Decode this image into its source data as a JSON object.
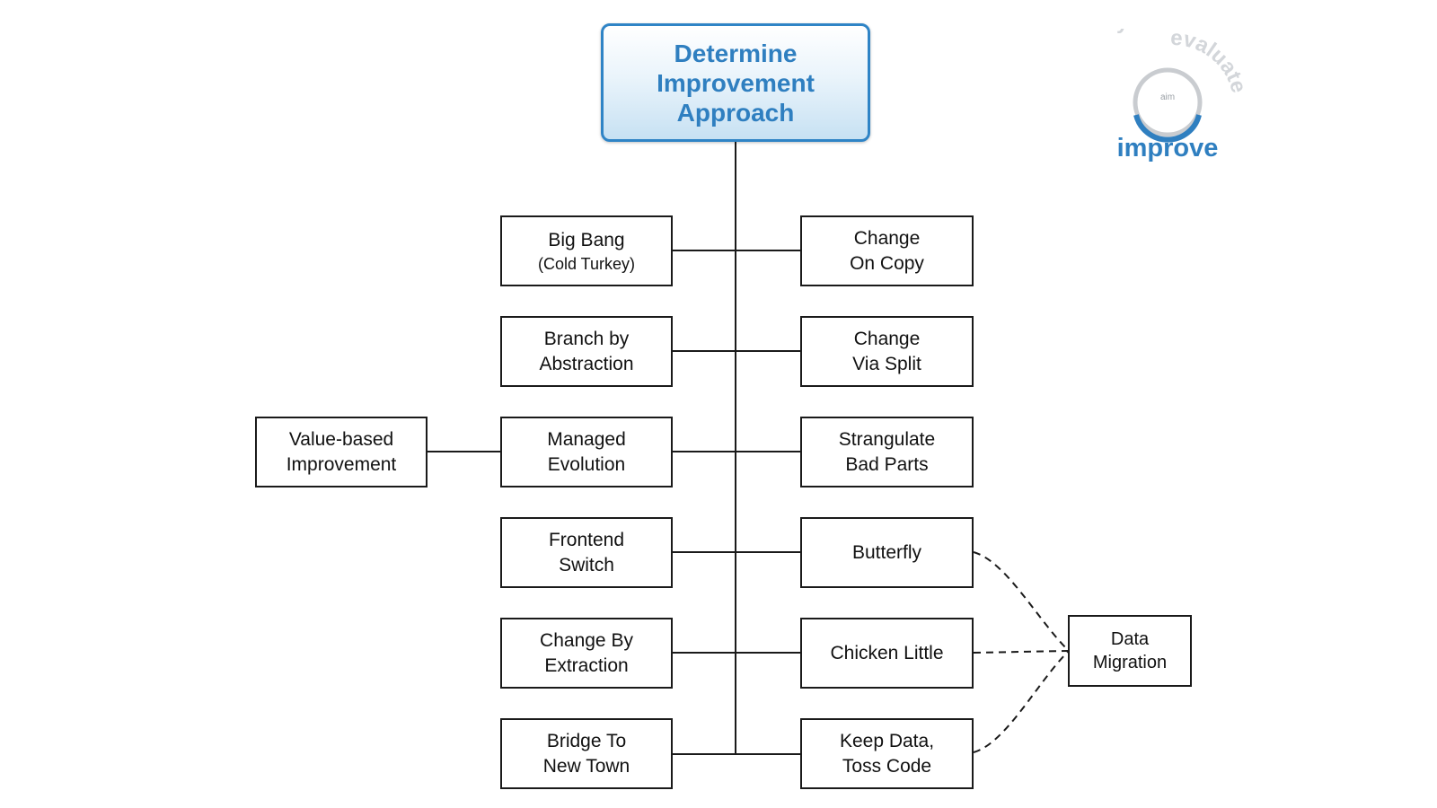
{
  "diagram": {
    "root": {
      "line1": "Determine",
      "line2": "Improvement",
      "line3": "Approach"
    },
    "left": [
      {
        "line1": "Big Bang",
        "line2": "(Cold Turkey)"
      },
      {
        "line1": "Branch by",
        "line2": "Abstraction"
      },
      {
        "line1": "Managed",
        "line2": "Evolution"
      },
      {
        "line1": "Frontend",
        "line2": "Switch"
      },
      {
        "line1": "Change By",
        "line2": "Extraction"
      },
      {
        "line1": "Bridge To",
        "line2": "New Town"
      }
    ],
    "right": [
      {
        "line1": "Change",
        "line2": "On Copy"
      },
      {
        "line1": "Change",
        "line2": "Via Split"
      },
      {
        "line1": "Strangulate",
        "line2": "Bad Parts"
      },
      {
        "line1": "Butterfly"
      },
      {
        "line1": "Chicken Little"
      },
      {
        "line1": "Keep Data,",
        "line2": "Toss Code"
      }
    ],
    "value_based": {
      "line1": "Value-based",
      "line2": "Improvement"
    },
    "data_migration": {
      "line1": "Data",
      "line2": "Migration"
    }
  },
  "logo": {
    "word_top_left": "analyze",
    "word_top_right": "evaluate",
    "word_bottom": "improve",
    "center_mark": "aim",
    "color": "#2f7fc0"
  },
  "colors": {
    "accent": "#2f84c6",
    "line": "#1a1a1a"
  }
}
